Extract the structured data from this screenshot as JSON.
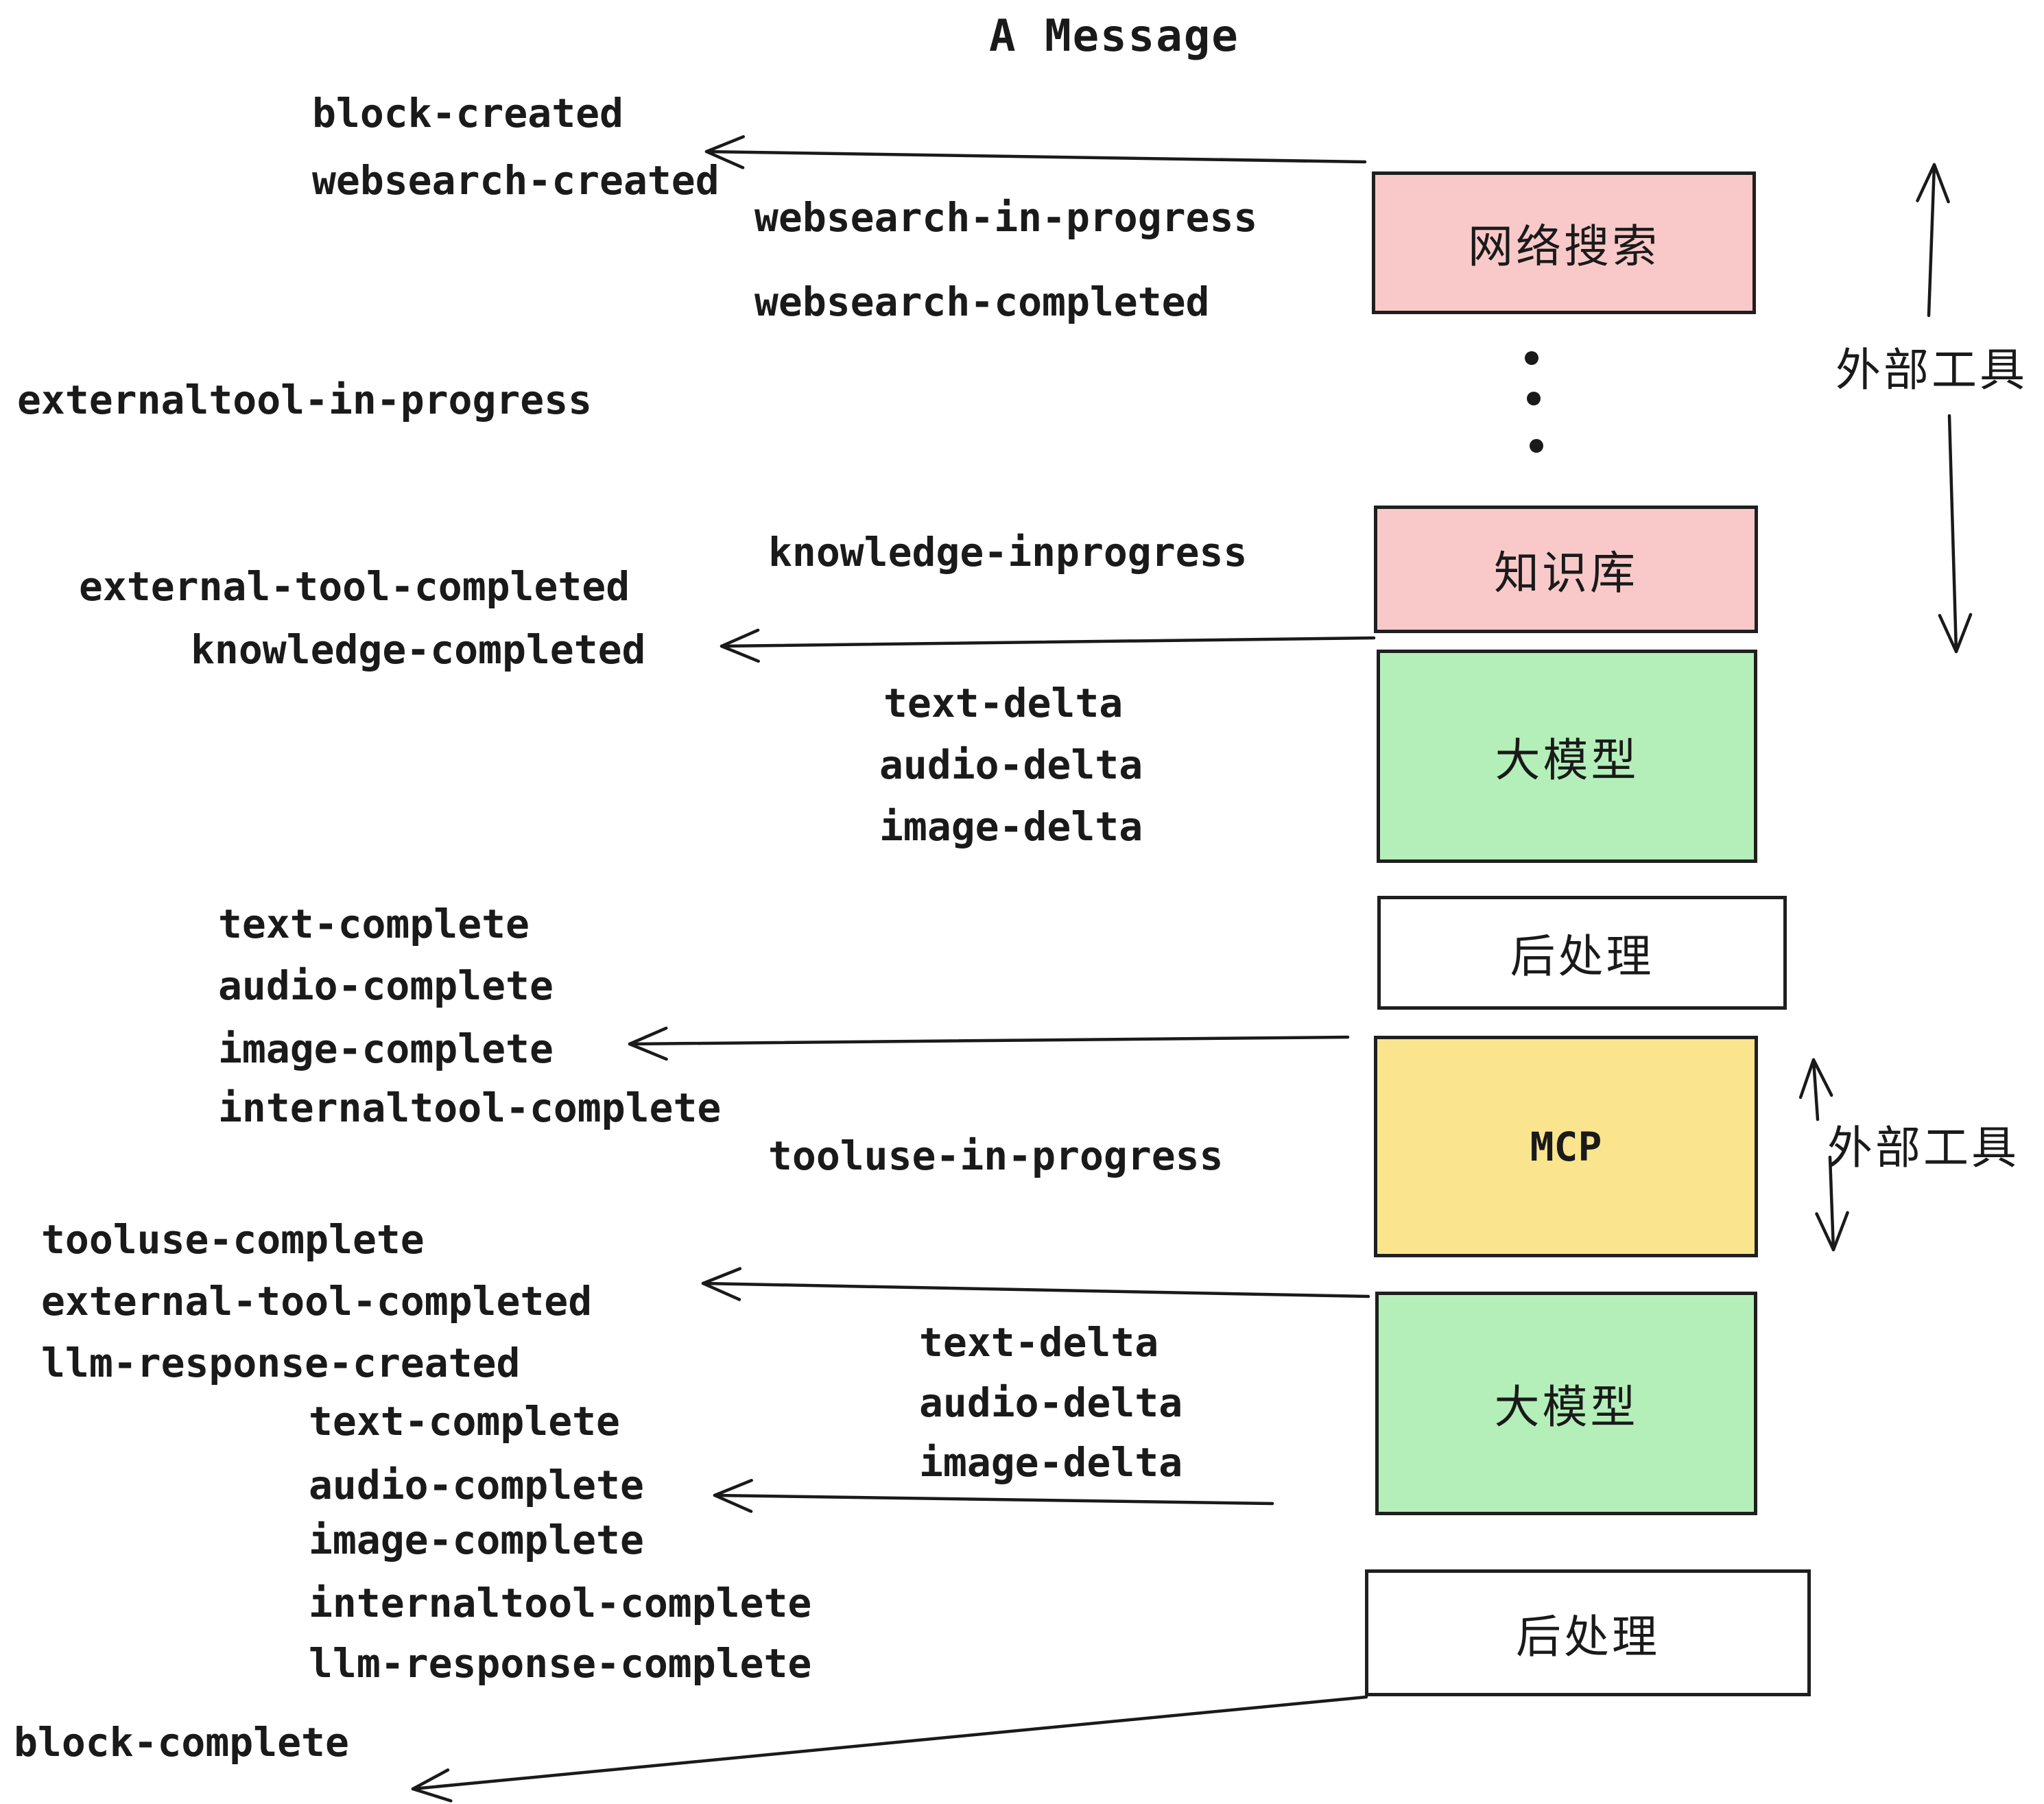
{
  "title": "A Message",
  "colors": {
    "ink": "#1A1A1A",
    "pink": "#F9C9C9",
    "green": "#B4EFBA",
    "yellow": "#FAE58E",
    "white": "#FFFFFF"
  },
  "boxes": [
    {
      "id": "websearch",
      "label": "网络搜索",
      "color": "#F9C9C9"
    },
    {
      "id": "knowledge",
      "label": "知识库",
      "color": "#F9C9C9"
    },
    {
      "id": "llm-1",
      "label": "大模型",
      "color": "#B4EFBA"
    },
    {
      "id": "postprocess-1",
      "label": "后处理",
      "color": "#FFFFFF"
    },
    {
      "id": "mcp",
      "label": "MCP",
      "color": "#FAE58E"
    },
    {
      "id": "llm-2",
      "label": "大模型",
      "color": "#B4EFBA"
    },
    {
      "id": "postprocess-2",
      "label": "后处理",
      "color": "#FFFFFF"
    }
  ],
  "events": [
    {
      "text": "block-created"
    },
    {
      "text": "websearch-created"
    },
    {
      "text": "websearch-in-progress"
    },
    {
      "text": "websearch-completed"
    },
    {
      "text": "externaltool-in-progress"
    },
    {
      "text": "knowledge-inprogress"
    },
    {
      "text": "external-tool-completed"
    },
    {
      "text": "knowledge-completed"
    },
    {
      "text": "text-delta"
    },
    {
      "text": "audio-delta"
    },
    {
      "text": "image-delta"
    },
    {
      "text": "text-complete"
    },
    {
      "text": "audio-complete"
    },
    {
      "text": "image-complete"
    },
    {
      "text": "internaltool-complete"
    },
    {
      "text": "tooluse-in-progress"
    },
    {
      "text": "tooluse-complete"
    },
    {
      "text": "external-tool-completed"
    },
    {
      "text": "llm-response-created"
    },
    {
      "text": "text-complete"
    },
    {
      "text": "audio-complete"
    },
    {
      "text": "text-delta"
    },
    {
      "text": "audio-delta"
    },
    {
      "text": "image-delta"
    },
    {
      "text": "image-complete"
    },
    {
      "text": "internaltool-complete"
    },
    {
      "text": "llm-response-complete"
    },
    {
      "text": "block-complete"
    }
  ],
  "annotations": [
    {
      "text": "外部工具"
    },
    {
      "text": "外部工具"
    }
  ],
  "ellipsis_dots": 3
}
